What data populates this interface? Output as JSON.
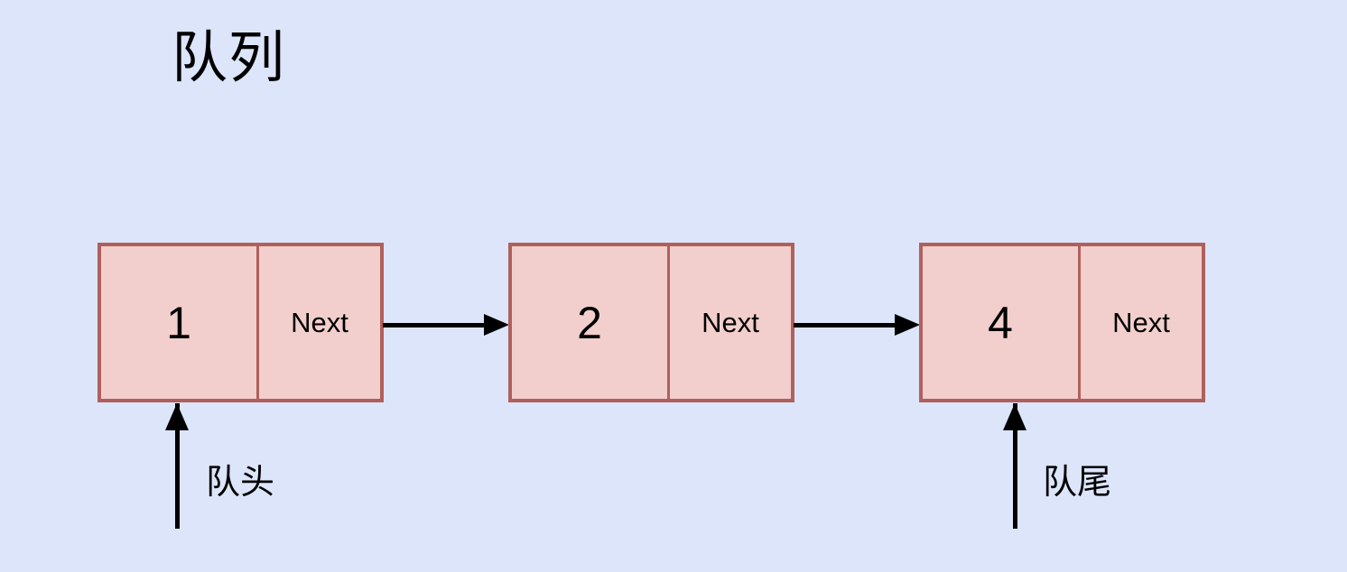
{
  "diagram": {
    "title": "队列",
    "background_color": "#dce5fa",
    "node_fill_color": "#f2cfcc",
    "node_border_color": "#b0605c",
    "arrow_color": "#000000",
    "nodes": [
      {
        "value": "1",
        "next_label": "Next"
      },
      {
        "value": "2",
        "next_label": "Next"
      },
      {
        "value": "4",
        "next_label": "Next"
      }
    ],
    "pointers": [
      {
        "label": "队头",
        "target_node_index": 0
      },
      {
        "label": "队尾",
        "target_node_index": 2
      }
    ]
  }
}
